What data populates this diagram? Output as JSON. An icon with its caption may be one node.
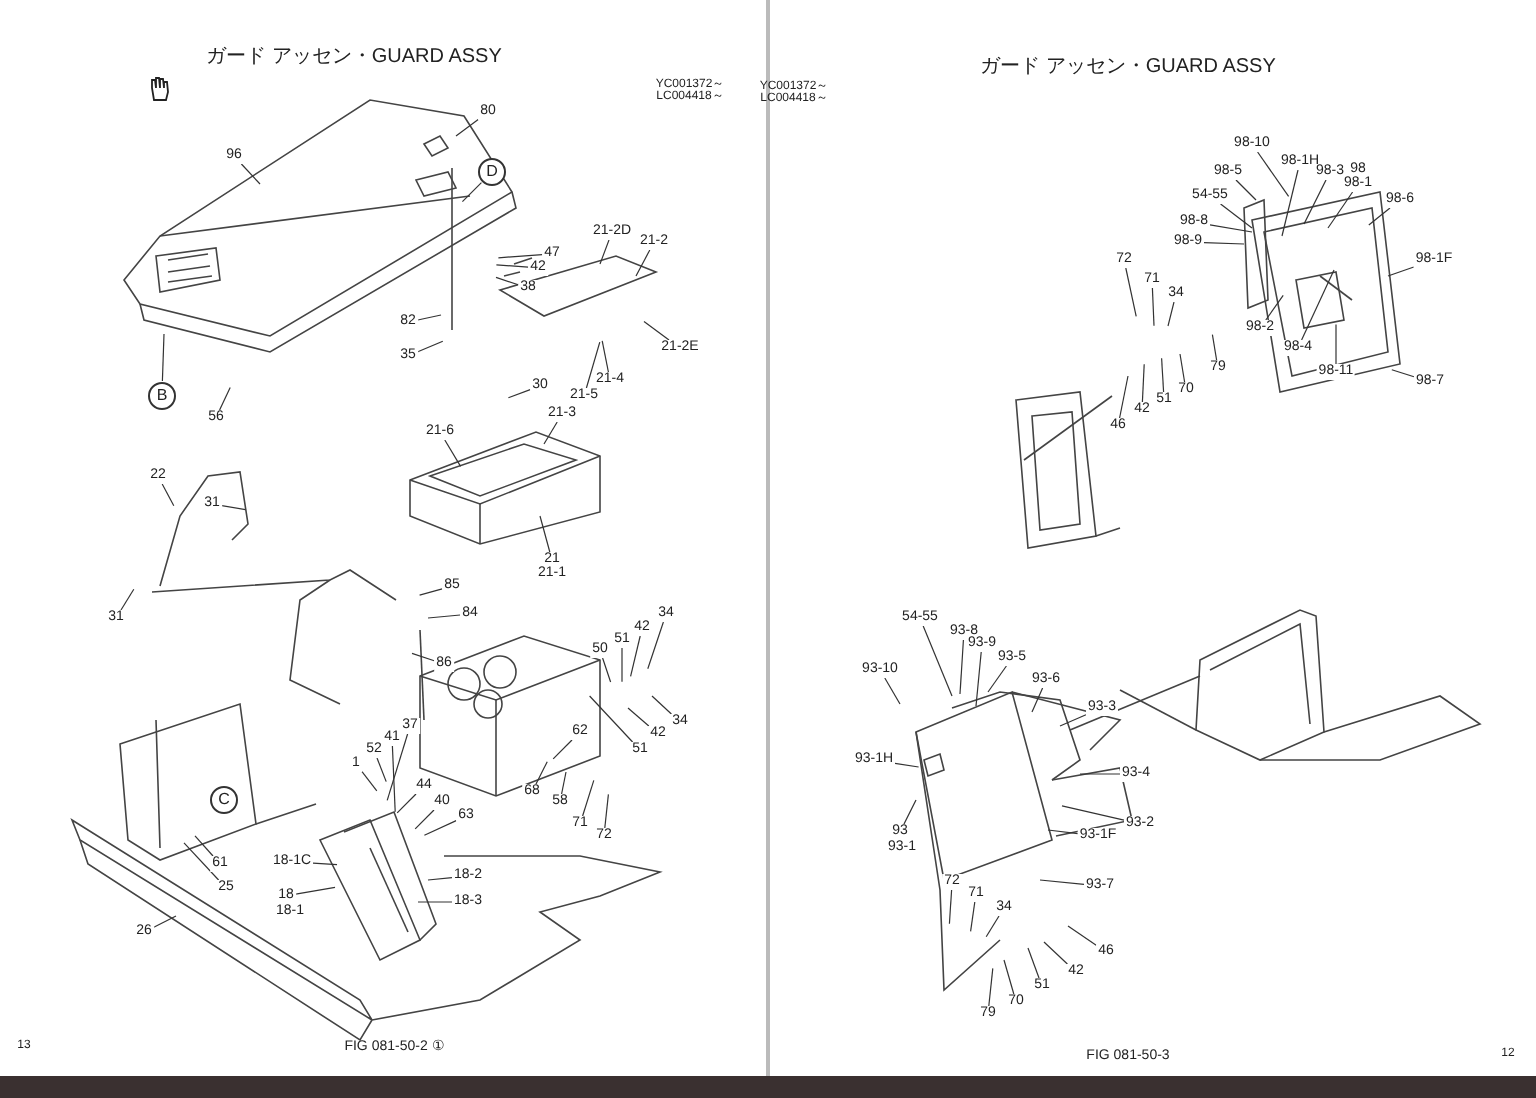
{
  "diagram": {
    "nodes": [
      {
        "text": [
          "96"
        ]
      },
      {
        "text": [
          "D"
        ]
      },
      {
        "text": [
          "80"
        ]
      },
      {
        "text": [
          "47"
        ]
      },
      {
        "text": [
          "42"
        ]
      },
      {
        "text": [
          "38"
        ]
      },
      {
        "text": [
          "82"
        ]
      },
      {
        "text": [
          "35"
        ]
      },
      {
        "text": [
          "21-2D"
        ]
      },
      {
        "text": [
          "21-2"
        ]
      },
      {
        "text": [
          "21-2E"
        ]
      },
      {
        "text": [
          "21-4"
        ]
      },
      {
        "text": [
          "21-5"
        ]
      },
      {
        "text": [
          "B"
        ]
      },
      {
        "text": [
          "56"
        ]
      },
      {
        "text": [
          "30"
        ]
      },
      {
        "text": [
          "21-3"
        ]
      },
      {
        "text": [
          "21-6"
        ]
      },
      {
        "text": [
          "21"
        ]
      },
      {
        "text": [
          "21-1"
        ]
      },
      {
        "text": [
          "22"
        ]
      },
      {
        "text": [
          "31"
        ]
      },
      {
        "text": [
          "31"
        ]
      },
      {
        "text": [
          "85"
        ]
      },
      {
        "text": [
          "84"
        ]
      },
      {
        "text": [
          "86"
        ]
      },
      {
        "text": [
          "50"
        ]
      },
      {
        "text": [
          "51"
        ]
      },
      {
        "text": [
          "42"
        ]
      },
      {
        "text": [
          "34"
        ]
      },
      {
        "text": [
          "62"
        ]
      },
      {
        "text": [
          "34"
        ]
      },
      {
        "text": [
          "42"
        ]
      },
      {
        "text": [
          "51"
        ]
      },
      {
        "text": [
          "1"
        ]
      },
      {
        "text": [
          "52"
        ]
      },
      {
        "text": [
          "41"
        ]
      },
      {
        "text": [
          "37"
        ]
      },
      {
        "text": [
          "44"
        ]
      },
      {
        "text": [
          "40"
        ]
      },
      {
        "text": [
          "63"
        ]
      },
      {
        "text": [
          "C"
        ]
      },
      {
        "text": [
          "68"
        ]
      },
      {
        "text": [
          "58"
        ]
      },
      {
        "text": [
          "71"
        ]
      },
      {
        "text": [
          "72"
        ]
      },
      {
        "text": [
          "61"
        ]
      },
      {
        "text": [
          "25"
        ]
      },
      {
        "text": [
          "26"
        ]
      },
      {
        "text": [
          "18-1C"
        ]
      },
      {
        "text": [
          "18"
        ]
      },
      {
        "text": [
          "18-1"
        ]
      },
      {
        "text": [
          "18-2"
        ]
      },
      {
        "text": [
          "18-3"
        ]
      },
      {
        "text": [
          "98-10"
        ]
      },
      {
        "text": [
          "98-5"
        ]
      },
      {
        "text": [
          "98-1H"
        ]
      },
      {
        "text": [
          "98-3"
        ]
      },
      {
        "text": [
          "98"
        ]
      },
      {
        "text": [
          "98-1"
        ]
      },
      {
        "text": [
          "98-6"
        ]
      },
      {
        "text": [
          "54-55"
        ]
      },
      {
        "text": [
          "98-8"
        ]
      },
      {
        "text": [
          "98-9"
        ]
      },
      {
        "text": [
          "98-1F"
        ]
      },
      {
        "text": [
          "72"
        ]
      },
      {
        "text": [
          "71"
        ]
      },
      {
        "text": [
          "34"
        ]
      },
      {
        "text": [
          "98-2"
        ]
      },
      {
        "text": [
          "98-4"
        ]
      },
      {
        "text": [
          "98-11"
        ]
      },
      {
        "text": [
          "98-7"
        ]
      },
      {
        "text": [
          "79"
        ]
      },
      {
        "text": [
          "70"
        ]
      },
      {
        "text": [
          "51"
        ]
      },
      {
        "text": [
          "42"
        ]
      },
      {
        "text": [
          "46"
        ]
      },
      {
        "text": [
          "54-55"
        ]
      },
      {
        "text": [
          "93-8"
        ]
      },
      {
        "text": [
          "93-9"
        ]
      },
      {
        "text": [
          "93-5"
        ]
      },
      {
        "text": [
          "93-6"
        ]
      },
      {
        "text": [
          "93-3"
        ]
      },
      {
        "text": [
          "93-10"
        ]
      },
      {
        "text": [
          "93-1H"
        ]
      },
      {
        "text": [
          "93-4"
        ]
      },
      {
        "text": [
          "93-2"
        ]
      },
      {
        "text": [
          "93-1F"
        ]
      },
      {
        "text": [
          "93"
        ]
      },
      {
        "text": [
          "93-1"
        ]
      },
      {
        "text": [
          "93-7"
        ]
      },
      {
        "text": [
          "72"
        ]
      },
      {
        "text": [
          "71"
        ]
      },
      {
        "text": [
          "34"
        ]
      },
      {
        "text": [
          "79"
        ]
      },
      {
        "text": [
          "70"
        ]
      },
      {
        "text": [
          "51"
        ]
      },
      {
        "text": [
          "42"
        ]
      },
      {
        "text": [
          "46"
        ]
      }
    ],
    "edges": [
      {
        "from": 0,
        "to": null,
        "arrow": "none"
      },
      {
        "from": 1,
        "to": null,
        "arrow": "none"
      },
      {
        "from": 2,
        "to": null,
        "arrow": "none"
      },
      {
        "from": 3,
        "to": null,
        "arrow": "none"
      },
      {
        "from": 4,
        "to": null,
        "arrow": "none"
      },
      {
        "from": 5,
        "to": null,
        "arrow": "none"
      },
      {
        "from": 6,
        "to": null,
        "arrow": "none"
      },
      {
        "from": 7,
        "to": null,
        "arrow": "none"
      },
      {
        "from": 8,
        "to": null,
        "arrow": "none"
      },
      {
        "from": 9,
        "to": null,
        "arrow": "none"
      },
      {
        "from": 10,
        "to": null,
        "arrow": "none"
      },
      {
        "from": 11,
        "to": null,
        "arrow": "none"
      },
      {
        "from": 12,
        "to": null,
        "arrow": "none"
      },
      {
        "from": 13,
        "to": null,
        "arrow": "none"
      },
      {
        "from": 14,
        "to": null,
        "arrow": "none"
      },
      {
        "from": 15,
        "to": null,
        "arrow": "none"
      },
      {
        "from": 16,
        "to": null,
        "arrow": "none"
      },
      {
        "from": 17,
        "to": null,
        "arrow": "none"
      },
      {
        "from": 18,
        "to": null,
        "arrow": "none"
      },
      {
        "from": 20,
        "to": null,
        "arrow": "none"
      },
      {
        "from": 21,
        "to": null,
        "arrow": "none"
      },
      {
        "from": 22,
        "to": null,
        "arrow": "none"
      },
      {
        "from": 23,
        "to": null,
        "arrow": "none"
      },
      {
        "from": 24,
        "to": null,
        "arrow": "none"
      },
      {
        "from": 25,
        "to": null,
        "arrow": "none"
      },
      {
        "from": 26,
        "to": null,
        "arrow": "none"
      },
      {
        "from": 27,
        "to": null,
        "arrow": "none"
      },
      {
        "from": 28,
        "to": null,
        "arrow": "none"
      },
      {
        "from": 29,
        "to": null,
        "arrow": "none"
      },
      {
        "from": 30,
        "to": null,
        "arrow": "none"
      },
      {
        "from": 31,
        "to": null,
        "arrow": "none"
      },
      {
        "from": 32,
        "to": null,
        "arrow": "none"
      },
      {
        "from": 33,
        "to": null,
        "arrow": "none"
      },
      {
        "from": 34,
        "to": null,
        "arrow": "none"
      },
      {
        "from": 35,
        "to": null,
        "arrow": "none"
      },
      {
        "from": 36,
        "to": null,
        "arrow": "none"
      },
      {
        "from": 37,
        "to": null,
        "arrow": "none"
      },
      {
        "from": 38,
        "to": null,
        "arrow": "none"
      },
      {
        "from": 39,
        "to": null,
        "arrow": "none"
      },
      {
        "from": 40,
        "to": null,
        "arrow": "none"
      },
      {
        "from": 42,
        "to": null,
        "arrow": "none"
      },
      {
        "from": 43,
        "to": null,
        "arrow": "none"
      },
      {
        "from": 44,
        "to": null,
        "arrow": "none"
      },
      {
        "from": 45,
        "to": null,
        "arrow": "none"
      },
      {
        "from": 46,
        "to": null,
        "arrow": "none"
      },
      {
        "from": 47,
        "to": null,
        "arrow": "none"
      },
      {
        "from": 48,
        "to": null,
        "arrow": "none"
      },
      {
        "from": 49,
        "to": null,
        "arrow": "none"
      },
      {
        "from": 50,
        "to": null,
        "arrow": "none"
      },
      {
        "from": 52,
        "to": null,
        "arrow": "none"
      },
      {
        "from": 53,
        "to": null,
        "arrow": "none"
      },
      {
        "from": 54,
        "to": null,
        "arrow": "none"
      },
      {
        "from": 55,
        "to": null,
        "arrow": "none"
      },
      {
        "from": 56,
        "to": null,
        "arrow": "none"
      },
      {
        "from": 57,
        "to": null,
        "arrow": "none"
      },
      {
        "from": 59,
        "to": null,
        "arrow": "none"
      },
      {
        "from": 60,
        "to": null,
        "arrow": "none"
      },
      {
        "from": 61,
        "to": null,
        "arrow": "none"
      },
      {
        "from": 62,
        "to": null,
        "arrow": "none"
      },
      {
        "from": 63,
        "to": null,
        "arrow": "none"
      },
      {
        "from": 64,
        "to": null,
        "arrow": "none"
      },
      {
        "from": 65,
        "to": null,
        "arrow": "none"
      },
      {
        "from": 66,
        "to": null,
        "arrow": "none"
      },
      {
        "from": 67,
        "to": null,
        "arrow": "none"
      },
      {
        "from": 68,
        "to": null,
        "arrow": "none"
      },
      {
        "from": 69,
        "to": null,
        "arrow": "none"
      },
      {
        "from": 70,
        "to": null,
        "arrow": "none"
      },
      {
        "from": 71,
        "to": null,
        "arrow": "none"
      },
      {
        "from": 72,
        "to": null,
        "arrow": "none"
      },
      {
        "from": 73,
        "to": null,
        "arrow": "none"
      },
      {
        "from": 74,
        "to": null,
        "arrow": "none"
      },
      {
        "from": 75,
        "to": null,
        "arrow": "none"
      },
      {
        "from": 76,
        "to": null,
        "arrow": "none"
      },
      {
        "from": 77,
        "to": null,
        "arrow": "none"
      },
      {
        "from": 78,
        "to": null,
        "arrow": "none"
      },
      {
        "from": 79,
        "to": null,
        "arrow": "none"
      },
      {
        "from": 80,
        "to": null,
        "arrow": "none"
      },
      {
        "from": 81,
        "to": null,
        "arrow": "none"
      },
      {
        "from": 82,
        "to": null,
        "arrow": "none"
      },
      {
        "from": 83,
        "to": null,
        "arrow": "none"
      },
      {
        "from": 84,
        "to": null,
        "arrow": "none"
      },
      {
        "from": 85,
        "to": null,
        "arrow": "none"
      },
      {
        "from": 86,
        "to": null,
        "arrow": "none"
      },
      {
        "from": 87,
        "to": null,
        "arrow": "none"
      },
      {
        "from": 88,
        "to": null,
        "arrow": "none"
      },
      {
        "from": 90,
        "to": null,
        "arrow": "none"
      },
      {
        "from": 91,
        "to": null,
        "arrow": "none"
      },
      {
        "from": 92,
        "to": null,
        "arrow": "none"
      },
      {
        "from": 93,
        "to": null,
        "arrow": "none"
      },
      {
        "from": 94,
        "to": null,
        "arrow": "none"
      },
      {
        "from": 95,
        "to": null,
        "arrow": "none"
      },
      {
        "from": 96,
        "to": null,
        "arrow": "none"
      },
      {
        "from": 97,
        "to": null,
        "arrow": "none"
      },
      {
        "from": 98,
        "to": null,
        "arrow": "none"
      }
    ],
    "labels": [
      "ガード アッセン・GUARD ASSY",
      "YC001372～",
      "LC004418～",
      "13",
      "FIG 081-50-2 ①",
      "ガード アッセン・GUARD ASSY",
      "YC001372～",
      "LC004418～",
      "FIG 081-50-3",
      "12"
    ]
  }
}
